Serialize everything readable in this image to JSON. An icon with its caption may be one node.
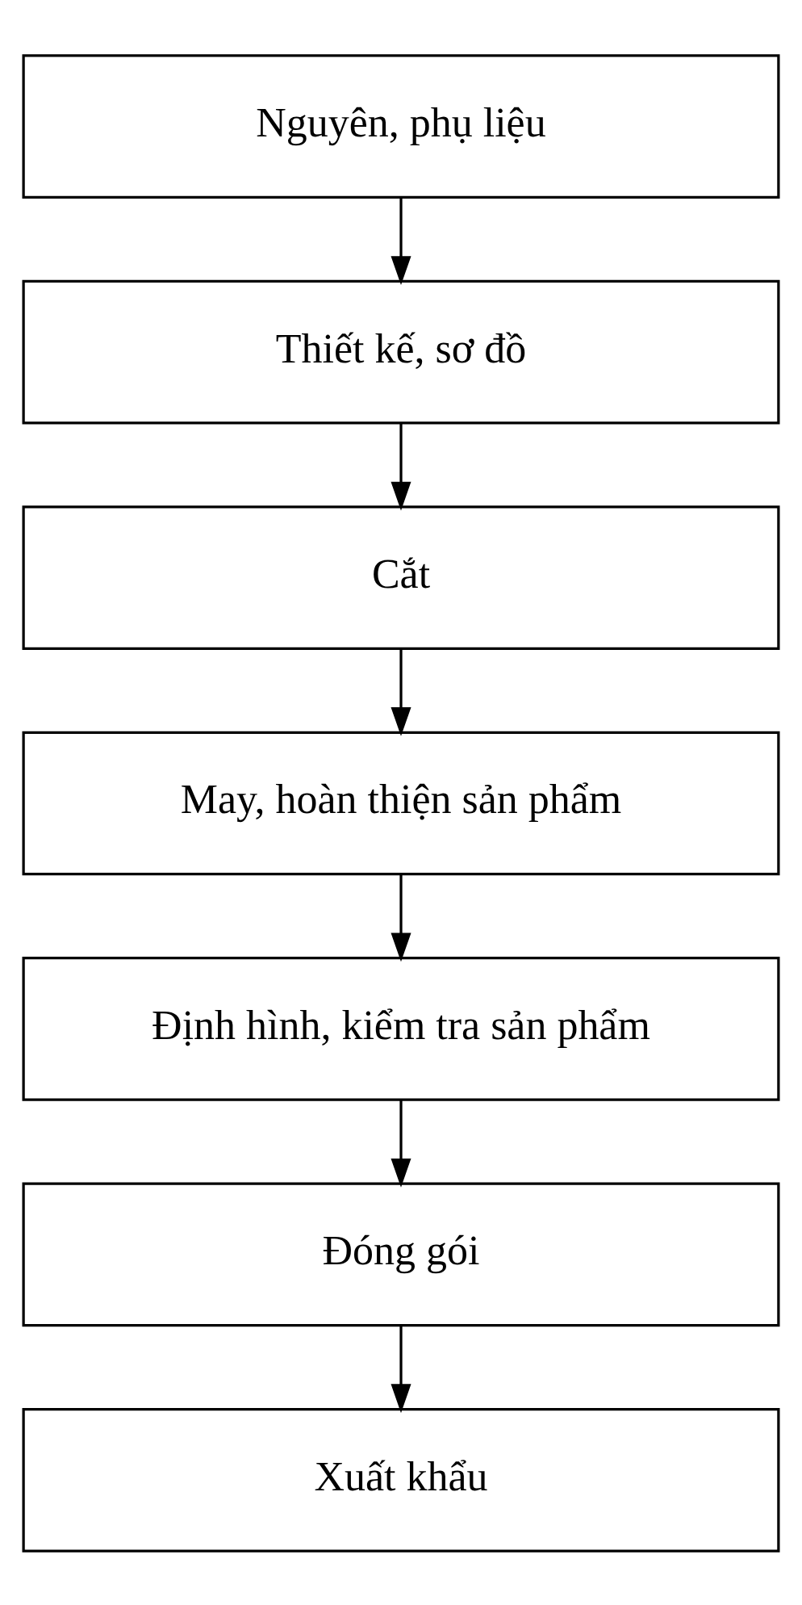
{
  "diagram": {
    "nodes": [
      {
        "text": [
          "Nguyên, phụ liệu"
        ]
      },
      {
        "text": [
          "Thiết kế, sơ đồ"
        ]
      },
      {
        "text": [
          "Cắt"
        ]
      },
      {
        "text": [
          "May, hoàn thiện sản phẩm"
        ]
      },
      {
        "text": [
          "Định hình, kiểm tra sản phẩm"
        ]
      },
      {
        "text": [
          "Đóng gói"
        ]
      },
      {
        "text": [
          "Xuất khẩu"
        ]
      }
    ],
    "edges": [
      {
        "from": 0,
        "to": 1,
        "arrow": "to"
      },
      {
        "from": 1,
        "to": 2,
        "arrow": "to"
      },
      {
        "from": 2,
        "to": 3,
        "arrow": "to"
      },
      {
        "from": 3,
        "to": 4,
        "arrow": "to"
      },
      {
        "from": 4,
        "to": 5,
        "arrow": "to"
      },
      {
        "from": 5,
        "to": 6,
        "arrow": "to"
      }
    ]
  }
}
